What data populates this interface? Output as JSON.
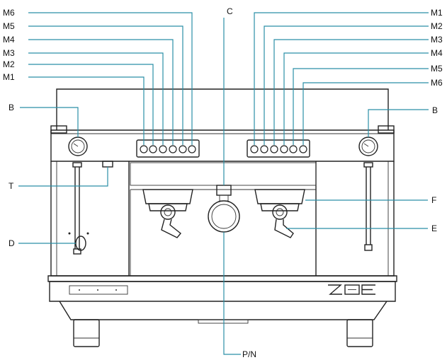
{
  "labels": {
    "left_m6": "M6",
    "left_m5": "M5",
    "left_m4": "M4",
    "left_m3": "M3",
    "left_m2": "M2",
    "left_m1": "M1",
    "c": "C",
    "right_m1": "M1",
    "right_m2": "M2",
    "right_m3": "M3",
    "right_m4": "M4",
    "right_m5": "M5",
    "right_m6": "M6",
    "b_left": "B",
    "b_right": "B",
    "t": "T",
    "d": "D",
    "f": "F",
    "e": "E",
    "pn": "P/N"
  },
  "logo": {
    "text": "ZOE"
  },
  "colors": {
    "leader": "#2b8fa6",
    "outline": "#222222"
  }
}
